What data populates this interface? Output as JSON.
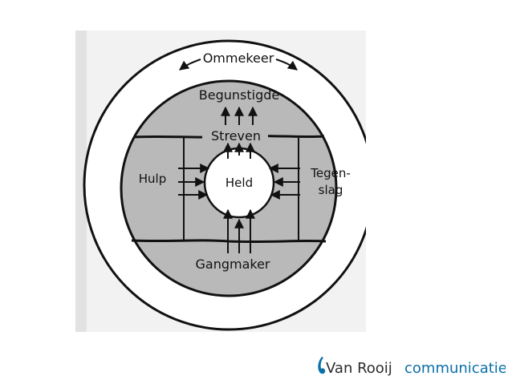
{
  "diagram": {
    "outer_label": "Ommekeer",
    "top_label": "Begunstigde",
    "striving_label": "Streven",
    "center_label": "Held",
    "left_label": "Hulp",
    "right_label_1": "Tegen-",
    "right_label_2": "slag",
    "bottom_label": "Gangmaker"
  },
  "logo": {
    "name": "Van Rooij",
    "suffix": "communicatie",
    "brand_color": "#0a6fa8",
    "name_color": "#2b2b2b"
  }
}
